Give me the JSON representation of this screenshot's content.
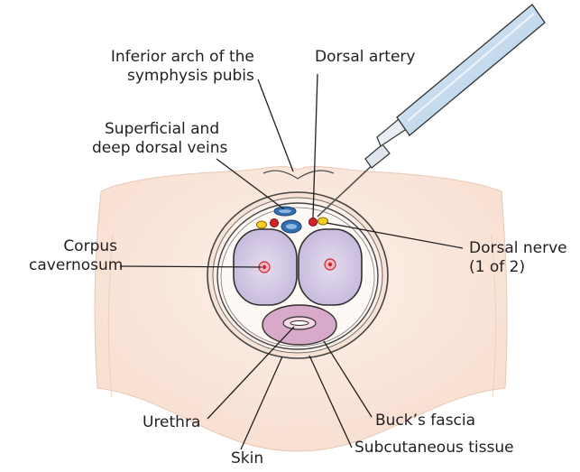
{
  "labels": {
    "arch": [
      "Inferior arch of the",
      "symphysis pubis"
    ],
    "dorsal_artery": "Dorsal artery",
    "veins": [
      "Superficial and",
      "deep dorsal veins"
    ],
    "corpus": [
      "Corpus",
      "cavernosum"
    ],
    "dorsal_nerve": [
      "Dorsal nerve",
      "(1 of 2)"
    ],
    "urethra": "Urethra",
    "bucks_fascia": "Buck’s fascia",
    "skin": "Skin",
    "subcutaneous": "Subcutaneous tissue"
  },
  "colors": {
    "body_skin": "#fbe9df",
    "corpus_fill": "#cfc4e0",
    "vein_blue": "#2f6fb2",
    "artery_red": "#d2232a",
    "nerve_yellow": "#f5d020",
    "urethra_fill": "#d9a9c9",
    "syringe_blue": "#c9dcef"
  }
}
